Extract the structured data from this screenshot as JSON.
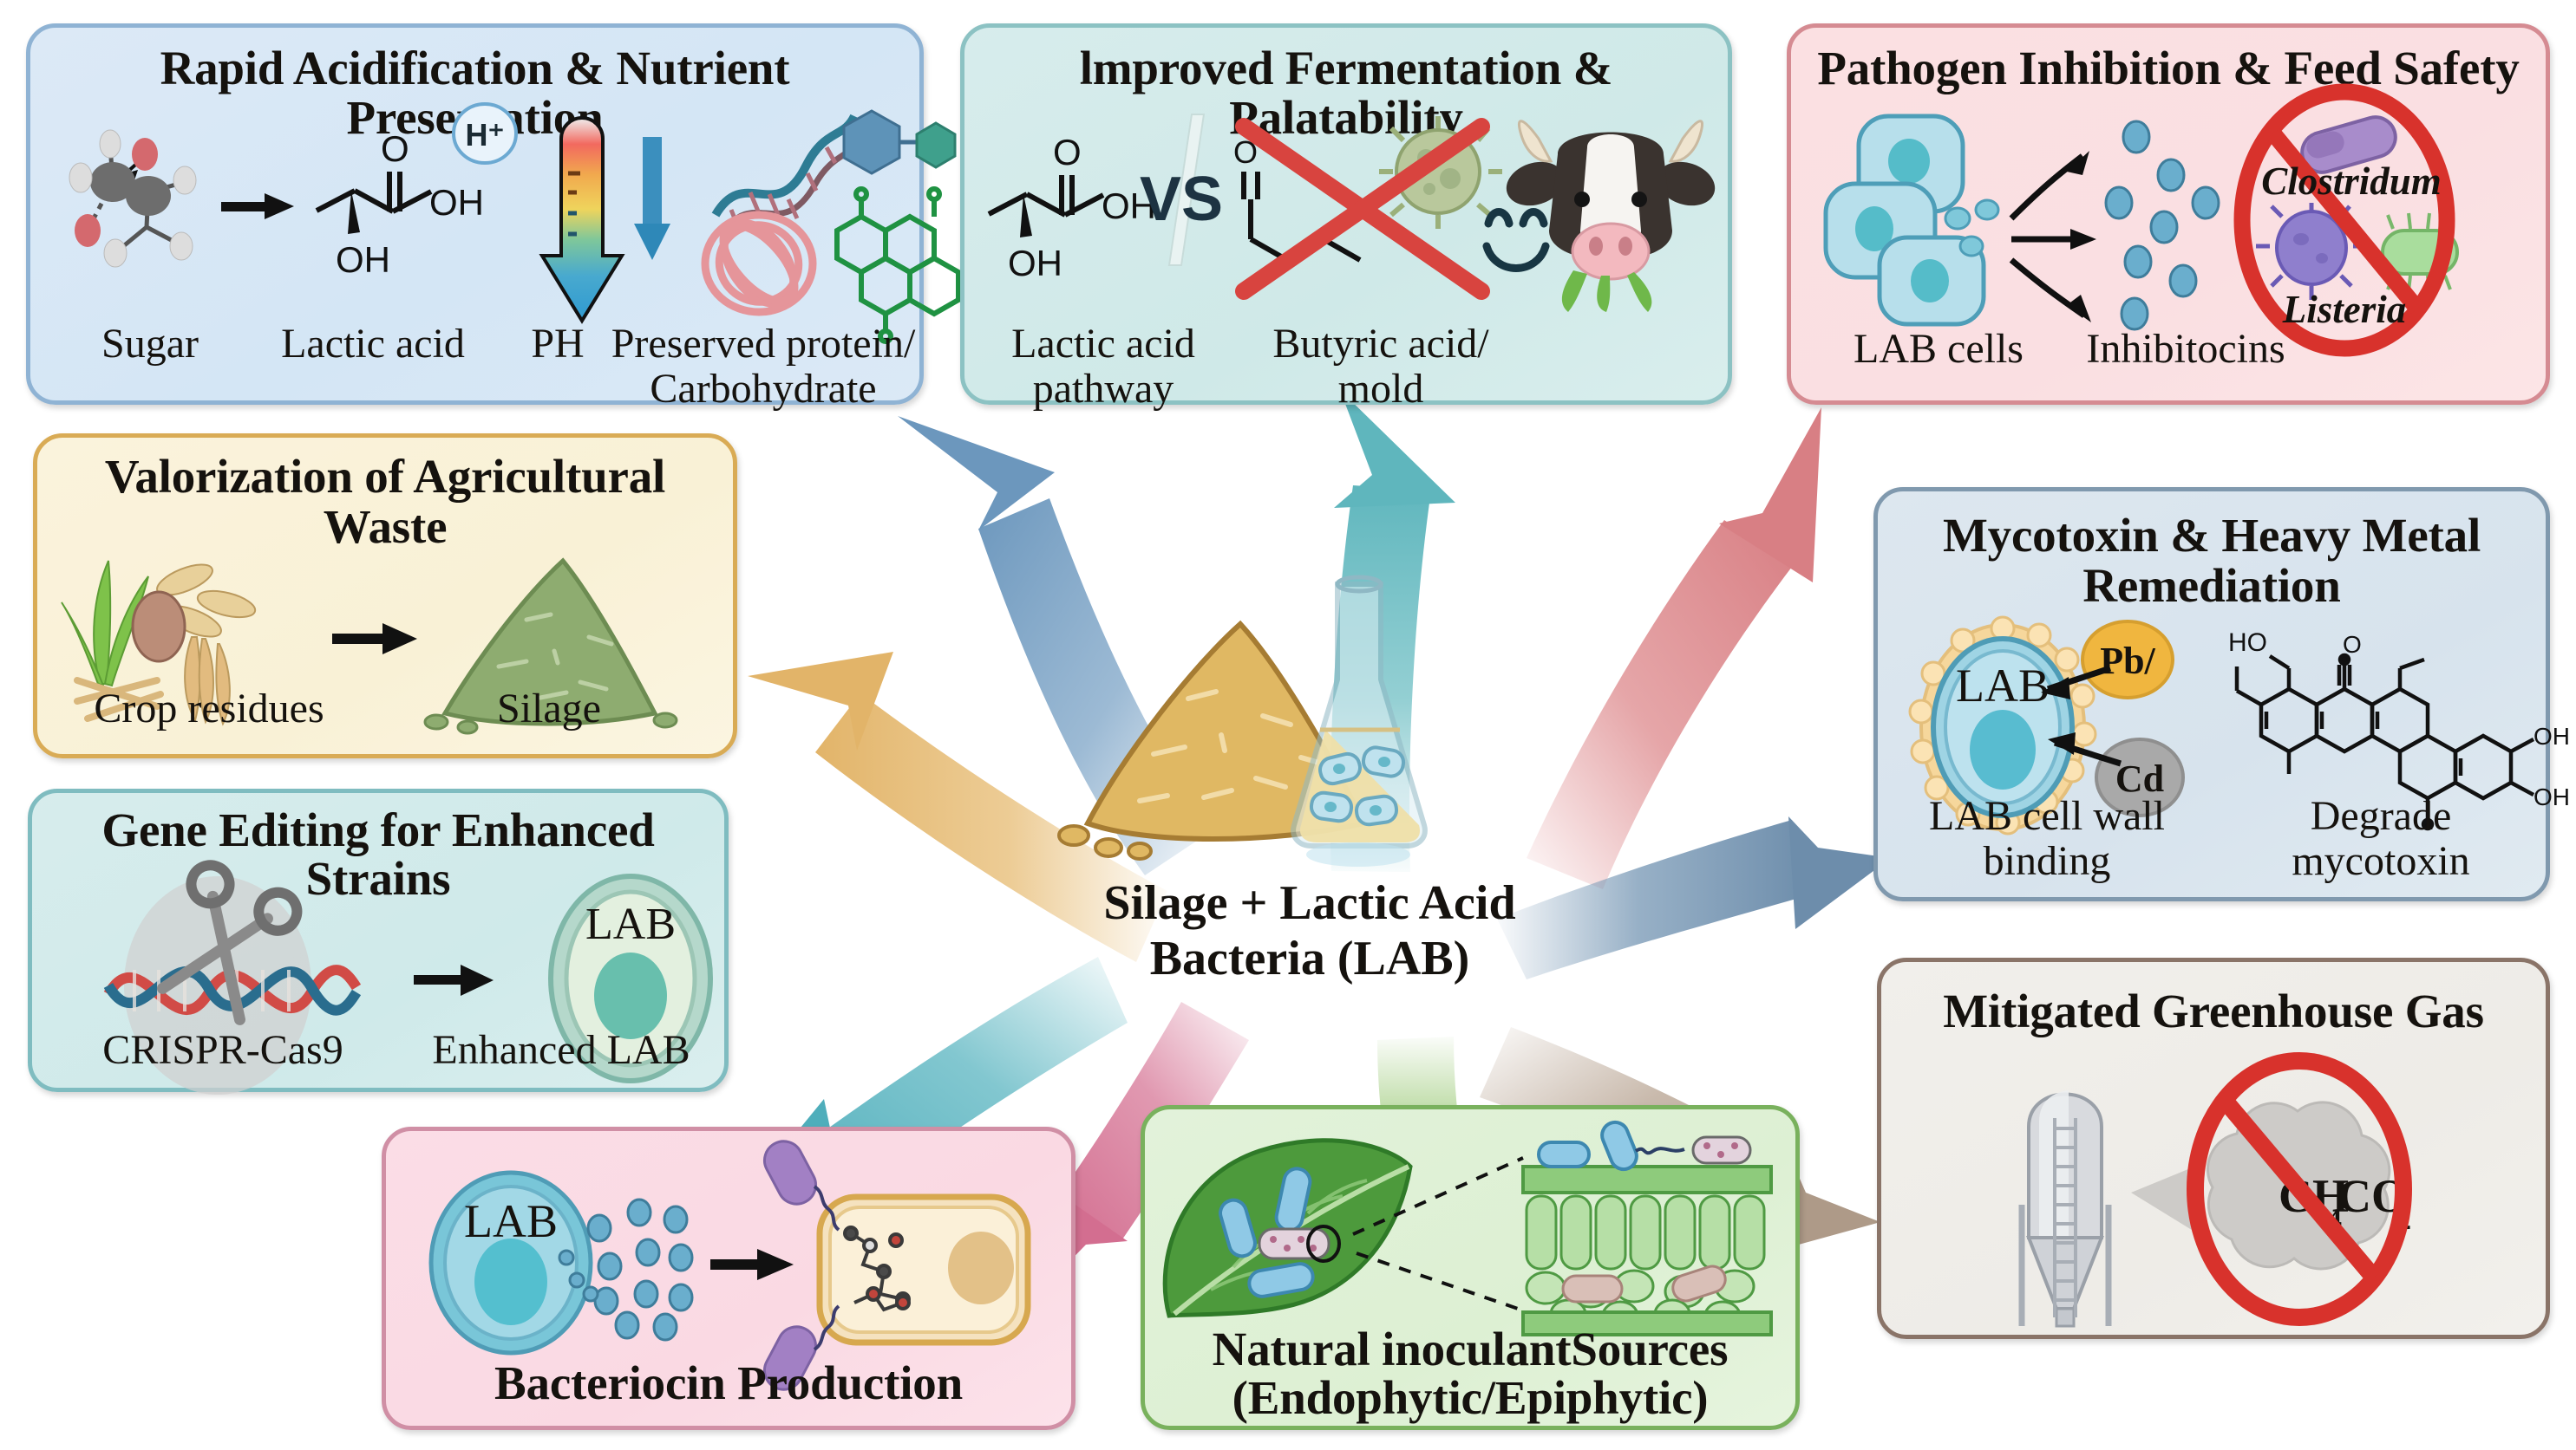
{
  "figure": {
    "center_label": "Silage + Lactic Acid\nBacteria (LAB)",
    "center_line1": "Silage + Lactic Acid",
    "center_line2": "Bacteria (LAB)"
  },
  "panels": [
    {
      "id": "rapid-acidification",
      "title": "Rapid Acidification & Nutrient Preservation",
      "theme": "blue",
      "accent": "#8fb3d4",
      "fill": "#d7e7f5",
      "captions": [
        "Sugar",
        "Lactic acid",
        "PH",
        "Preserved protein/",
        "Carbohydrate"
      ],
      "marks": [
        "H⁺",
        "O",
        "OH",
        "OH"
      ]
    },
    {
      "id": "improved-fermentation",
      "title": "lmproved Fermentation & Palatability",
      "theme": "teal",
      "accent": "#8cc2c3",
      "fill": "#d3eae9",
      "captions": [
        "Lactic acid",
        "pathway",
        "Butyric acid/",
        "mold"
      ],
      "marks": [
        "O",
        "OH",
        "OH",
        "VS",
        "O"
      ]
    },
    {
      "id": "pathogen-inhibition",
      "title": "Pathogen Inhibition & Feed Safety",
      "theme": "pinkr",
      "accent": "#d58b92",
      "fill": "#fbe1e3",
      "captions": [
        "LAB cells",
        "Inhibitocins"
      ],
      "marks": [
        "Clostridum",
        "Listeria"
      ]
    },
    {
      "id": "valorization-waste",
      "title": "Valorization of Agricultural\nWaste",
      "title_line1": "Valorization of Agricultural",
      "title_line2": "Waste",
      "theme": "cream",
      "accent": "#d9ab55",
      "fill": "#faf2da",
      "captions": [
        "Crop residues",
        "Silage"
      ],
      "marks": []
    },
    {
      "id": "gene-editing",
      "title": "Gene Editing for Enhanced\nStrains",
      "title_line1": "Gene Editing for Enhanced",
      "title_line2": "Strains",
      "theme": "teal2",
      "accent": "#7fbcc0",
      "fill": "#d5ecec",
      "captions": [
        "CRISPR-Cas9",
        "Enhanced LAB"
      ],
      "marks": [
        "LAB"
      ]
    },
    {
      "id": "mycotoxin-remediation",
      "title": "Mycotoxin & Heavy Metal\nRemediation",
      "title_line1": "Mycotoxin & Heavy Metal",
      "title_line2": "Remediation",
      "theme": "slate",
      "accent": "#8099ae",
      "fill": "#dae6ef",
      "captions": [
        "LAB cell wall",
        "binding",
        "Degrade",
        "mycotoxin"
      ],
      "marks": [
        "LAB",
        "Pb/",
        "Cd",
        "HO",
        "O",
        "OH",
        "OH"
      ]
    },
    {
      "id": "greenhouse-gas",
      "title": "Mitigated Greenhouse Gas",
      "theme": "grey",
      "accent": "#8a7468",
      "fill": "#efeeea",
      "captions": [],
      "marks": [
        "CH",
        "4",
        "CO",
        "2"
      ]
    },
    {
      "id": "bacteriocin-production",
      "title": "Bacteriocin Production",
      "theme": "pink",
      "accent": "#d08fa5",
      "fill": "#fbdee7",
      "captions": [],
      "marks": [
        "LAB"
      ]
    },
    {
      "id": "natural-inoculant",
      "title": "Natural inoculantSources\n(Endophytic/Epiphytic)",
      "title_line1": "Natural inoculantSources",
      "title_line2": "(Endophytic/Epiphytic)",
      "theme": "green",
      "accent": "#79b15d",
      "fill": "#e2f2da",
      "captions": [],
      "marks": []
    }
  ],
  "arrows": [
    {
      "id": "arrow-to-rapid-acidification",
      "color": "#7ba3c6",
      "target": "rapid-acidification"
    },
    {
      "id": "arrow-to-improved-fermentation",
      "color": "#6fbfc4",
      "target": "improved-fermentation"
    },
    {
      "id": "arrow-to-pathogen-inhibition",
      "color": "#df8f92",
      "target": "pathogen-inhibition"
    },
    {
      "id": "arrow-to-valorization-waste",
      "color": "#e8bf7a",
      "target": "valorization-waste"
    },
    {
      "id": "arrow-to-gene-editing",
      "color": "#63b9c4",
      "target": "gene-editing"
    },
    {
      "id": "arrow-to-mycotoxin",
      "color": "#7d9cb8",
      "target": "mycotoxin-remediation"
    },
    {
      "id": "arrow-to-greenhouse-gas",
      "color": "#bba897",
      "target": "greenhouse-gas"
    },
    {
      "id": "arrow-to-bacteriocin",
      "color": "#d97f9d",
      "target": "bacteriocin-production"
    },
    {
      "id": "arrow-to-natural-inoculant",
      "color": "#a6cf86",
      "target": "natural-inoculant"
    }
  ],
  "colors": {
    "background": "#ffffff",
    "text": "#15120e",
    "prohibition_red": "#d8322c",
    "straw": "#e0b863",
    "lab_cell": "#a9d9e6"
  }
}
